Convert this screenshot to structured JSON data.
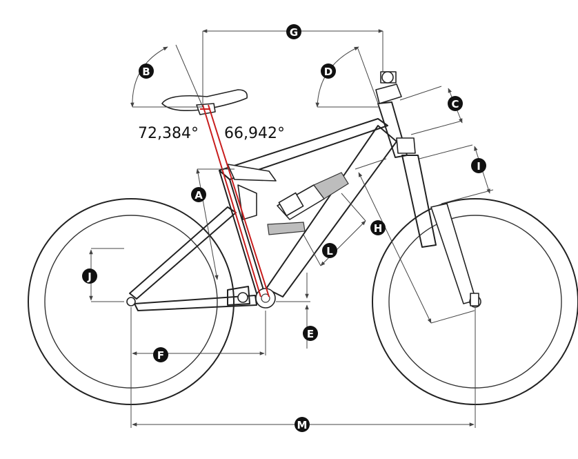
{
  "angles": {
    "seat_angle_left": "72,384°",
    "seat_angle_right": "66,942°"
  },
  "markers": [
    "A",
    "B",
    "C",
    "D",
    "E",
    "F",
    "G",
    "H",
    "I",
    "J",
    "L",
    "M"
  ],
  "colors": {
    "frame": "#222222",
    "seat_angle_lines": "#c81d1d",
    "marker_fill": "#111111",
    "marker_text": "#ffffff"
  }
}
